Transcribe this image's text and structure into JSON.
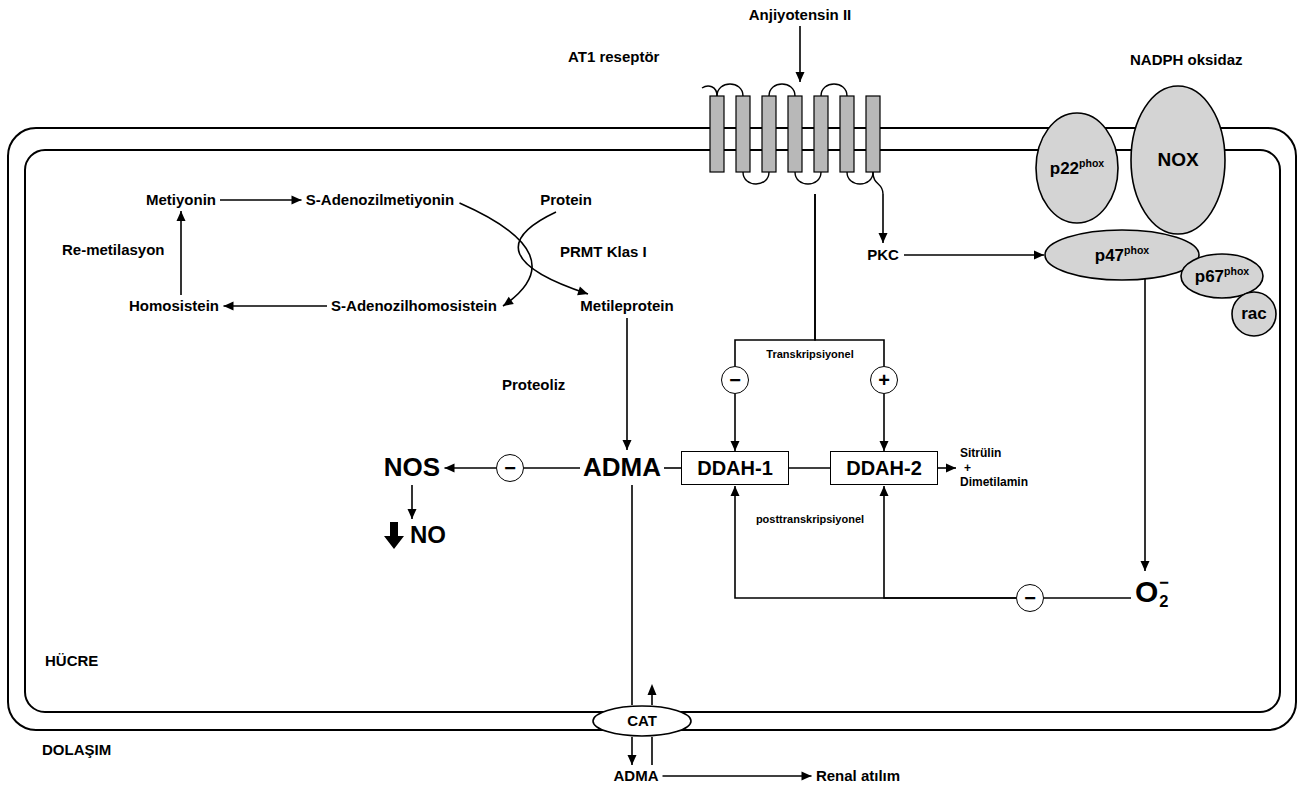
{
  "diagram": {
    "nodes": [
      {
        "text": [
          "Anjiyotensin II"
        ]
      },
      {
        "text": [
          "AT1 reseptör"
        ]
      },
      {
        "text": [
          "p22",
          "phox"
        ]
      },
      {
        "text": [
          "NOX"
        ]
      },
      {
        "text": [
          "p47",
          "phox"
        ]
      },
      {
        "text": [
          "p67",
          "phox"
        ]
      },
      {
        "text": [
          "rac"
        ]
      },
      {
        "text": [
          "Metiyonin"
        ]
      },
      {
        "text": [
          "S-Adenozilmetiyonin"
        ]
      },
      {
        "text": [
          "Protein"
        ]
      },
      {
        "text": [
          "PKC"
        ]
      },
      {
        "text": [
          "Homosistein"
        ]
      },
      {
        "text": [
          "S-Adenozilhomosistein"
        ]
      },
      {
        "text": [
          "Metileprotein"
        ]
      },
      {
        "text": [
          "−"
        ]
      },
      {
        "text": [
          "+"
        ]
      },
      {
        "text": [
          "NOS"
        ]
      },
      {
        "text": [
          "−"
        ]
      },
      {
        "text": [
          "ADMA"
        ]
      },
      {
        "text": [
          "DDAH-1"
        ]
      },
      {
        "text": [
          "DDAH-2"
        ]
      },
      {
        "text": [
          "Sitrülin",
          "+",
          "Dimetilamin"
        ]
      },
      {
        "text": [
          "NO"
        ]
      },
      {
        "text": [
          "−"
        ]
      },
      {
        "text": [
          "O",
          "2",
          "−"
        ]
      },
      {
        "text": [
          "CAT"
        ]
      },
      {
        "text": [
          "ADMA"
        ]
      },
      {
        "text": [
          "Renal atılım"
        ]
      }
    ],
    "edges": [
      {
        "from": 0,
        "to": 1,
        "arrow": "to"
      },
      {
        "from": 7,
        "to": 8,
        "arrow": "to"
      },
      {
        "from": 11,
        "to": 7,
        "label": "Re-metilasyon",
        "arrow": "to"
      },
      {
        "from": 12,
        "to": 11,
        "arrow": "to"
      },
      {
        "from": 8,
        "to": 12,
        "arrow": "to"
      },
      {
        "from": 9,
        "to": 13,
        "arrow": "to"
      },
      {
        "from": 13,
        "to": 18,
        "label": "Proteoliz",
        "arrow": "to"
      },
      {
        "from": 18,
        "to": 17,
        "arrow": "none"
      },
      {
        "from": 17,
        "to": 16,
        "arrow": "to"
      },
      {
        "from": 16,
        "to": 22,
        "arrow": "to"
      },
      {
        "from": 18,
        "to": 19,
        "arrow": "none"
      },
      {
        "from": 19,
        "to": 20,
        "arrow": "none"
      },
      {
        "from": 20,
        "to": 21,
        "arrow": "to"
      },
      {
        "from": 1,
        "to": 10,
        "arrow": "to"
      },
      {
        "from": 10,
        "to": 4,
        "arrow": "to"
      },
      {
        "from": 1,
        "to": 14,
        "arrow": "none"
      },
      {
        "from": 1,
        "to": 15,
        "arrow": "none"
      },
      {
        "from": 14,
        "to": 19,
        "arrow": "to"
      },
      {
        "from": 15,
        "to": 20,
        "arrow": "to"
      },
      {
        "from": 4,
        "to": 24,
        "arrow": "to"
      },
      {
        "from": 24,
        "to": 23,
        "arrow": "none"
      },
      {
        "from": 23,
        "to": 19,
        "arrow": "to"
      },
      {
        "from": 23,
        "to": 20,
        "arrow": "to"
      },
      {
        "from": 18,
        "to": 25,
        "arrow": "none"
      },
      {
        "from": 25,
        "to": 26,
        "arrow": "to"
      },
      {
        "from": 26,
        "to": 25,
        "arrow": "none"
      },
      {
        "from": 26,
        "to": 27,
        "arrow": "to"
      }
    ],
    "labels": [
      "NADPH oksidaz",
      "PRMT Klas I",
      "Transkripsiyonel",
      "posttranskripsiyonel",
      "HÜCRE",
      "DOLAŞIM"
    ]
  }
}
